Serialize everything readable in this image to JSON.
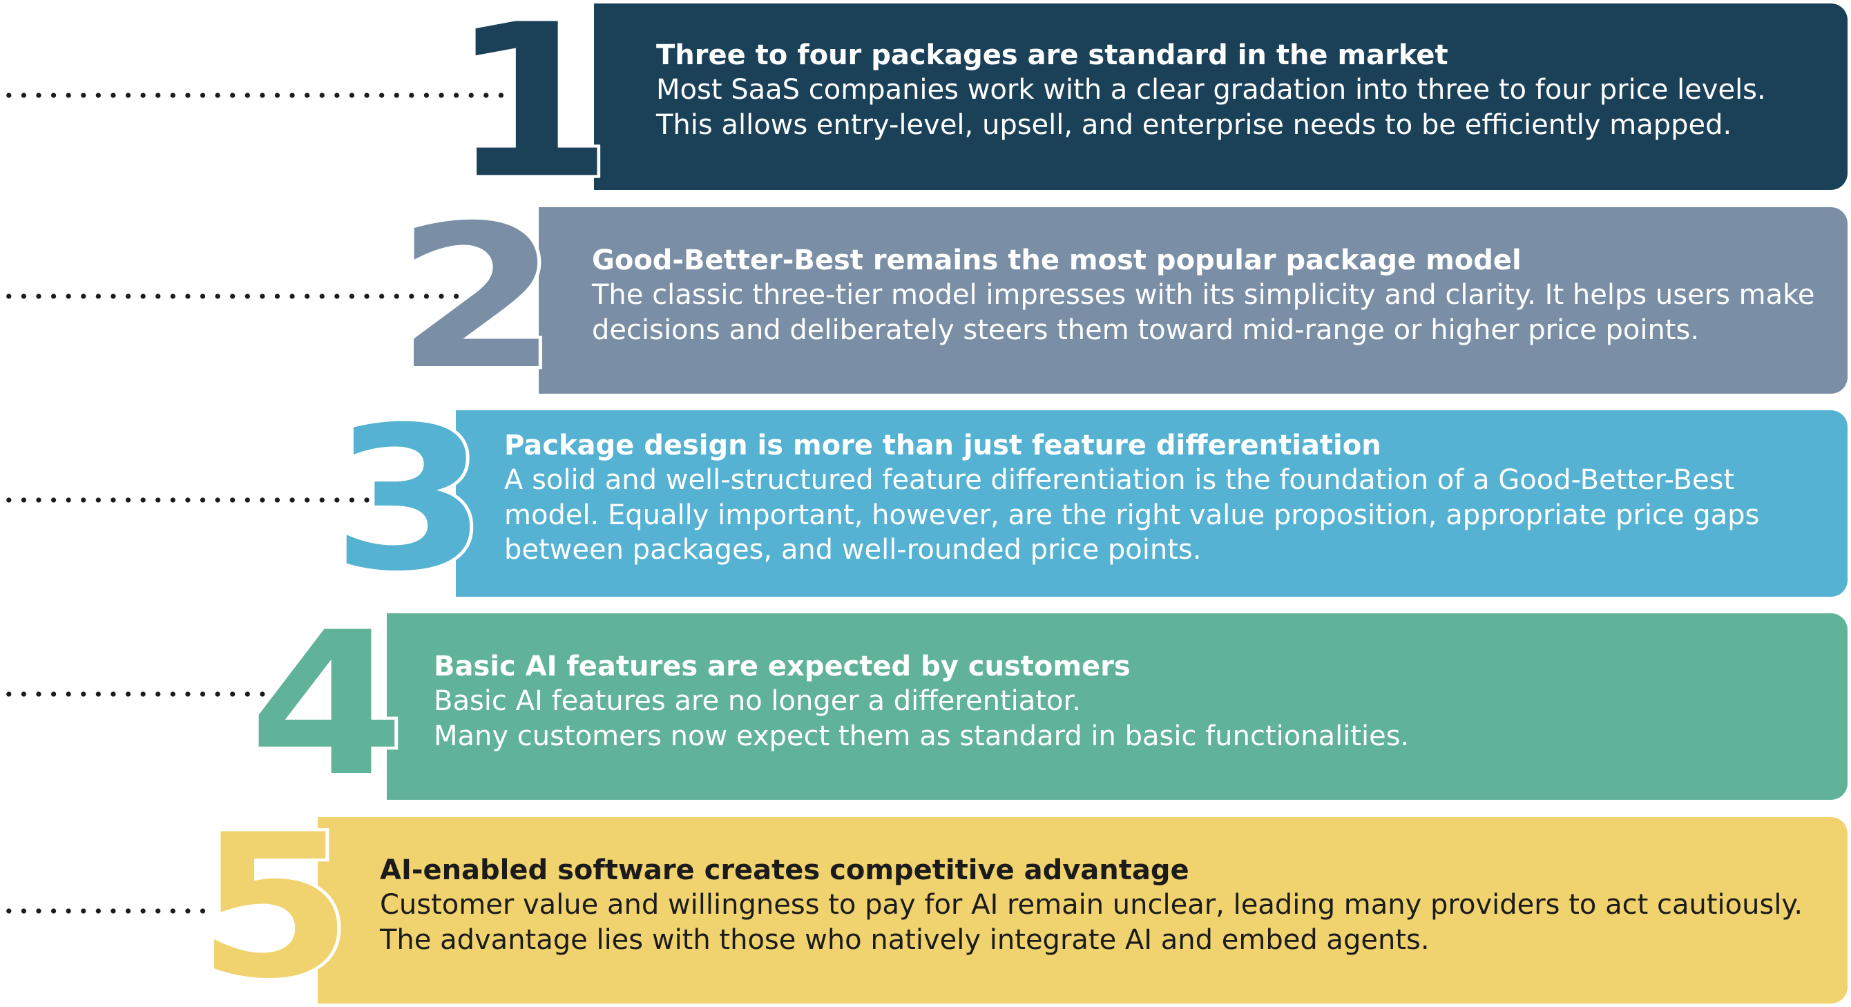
{
  "colors": {
    "step1": "#1b4159",
    "step2": "#7a8fa5",
    "step3": "#55b2d3",
    "step4": "#60b298",
    "step5": "#f0d36e",
    "dots": "#1b1b1b",
    "text": "#ffffff"
  },
  "steps": [
    {
      "number": "1",
      "title": "Three to four packages are standard in the market",
      "description": [
        "Most SaaS companies work with a clear gradation into three to four price levels.",
        "This allows entry-level, upsell, and enterprise needs to be efficiently mapped."
      ]
    },
    {
      "number": "2",
      "title": "Good-Better-Best remains the most popular package model",
      "description": [
        "The classic three-tier model impresses with its simplicity and clarity. It helps users make",
        "decisions and deliberately steers them toward mid-range or higher price points."
      ]
    },
    {
      "number": "3",
      "title": "Package design is more than just feature differentiation",
      "description": [
        "A solid and well-structured feature differentiation is the foundation of a Good-Better-Best",
        "model. Equally important, however, are the right value proposition, appropriate price gaps",
        "between packages, and well-rounded price points."
      ]
    },
    {
      "number": "4",
      "title": "Basic AI features are expected by customers",
      "description": [
        "Basic AI features are no longer a differentiator.",
        "Many customers now expect them as standard in basic functionalities."
      ]
    },
    {
      "number": "5",
      "title": "AI-enabled software creates competitive advantage",
      "description": [
        "Customer value and willingness to pay for AI remain unclear, leading many providers to act cautiously.",
        "The advantage lies with those who natively integrate AI and embed agents."
      ]
    }
  ]
}
